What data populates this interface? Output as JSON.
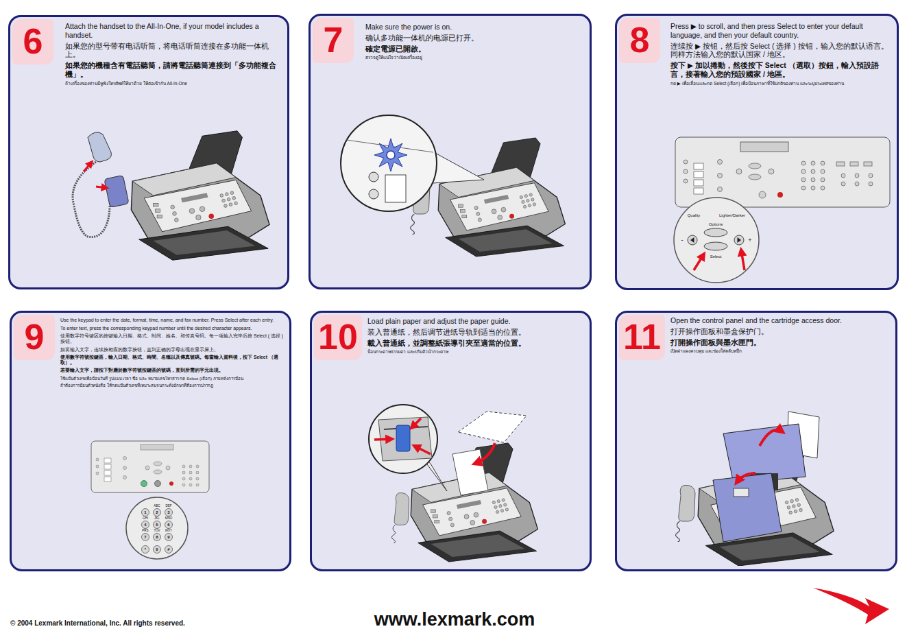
{
  "diagram": {
    "nodes": [
      {
        "text": [
          "Attach the handset to the All-In-One, if your model includes a handset.",
          "如果您的型号带有电话听筒，将电话听筒连接在多功能一体机上。",
          "如果您的機種含有電話聽筒，請將電話聽筒連接到「多功能複合機」。",
          "ถ้าเครื่องของท่านมีหูฟังโทรศัพท์ให้มาด้วย ให้ต่อเข้ากับ All-In-One"
        ]
      },
      {
        "text": [
          "6"
        ],
        "in": 0
      },
      {
        "text": [
          "Make sure the power is on.",
          "确认多功能一体机的电源已打开。",
          "確定電源已開啟。",
          "ตรวจดูให้แน่ใจว่าเปิดเครื่องอยู่"
        ]
      },
      {
        "text": [
          "7"
        ],
        "in": 2
      },
      {
        "text": [
          "Press ▶ to scroll, and then press Select to enter your default language, and then your default country.",
          "连续按 ▶ 按钮，然后按 Select ( 选择 ) 按钮，输入您的默认语言。同样方法输入您的默认国家 / 地区。",
          "按下 ▶ 加以捲動，然後按下 Select （選取）按鈕，輸入預設語言，接著輸入您的預設國家 / 地區。",
          "กด ▶ เพื่อเลื่อน และกด Select (เลือก) เพื่อป้อนภาษาที่ใช้ปกติของท่าน และระบุประเทศของท่าน"
        ]
      },
      {
        "text": [
          "8"
        ],
        "in": 4
      },
      {
        "text": [
          "Use the keypad to enter the date, format, time, name, and fax number. Press Select after each entry.",
          "To enter text, press the corresponding keypad number until the desired character appears.",
          "使用数字符号键区的按键输入日期、格式、时间、姓名、和传真号码。每一项输入完毕后按 Select ( 选择 ) 按钮。",
          "如要输入文字，连续按相应的数字按钮，直到正确的字母出现在显示屏上。",
          "使用數字符號按鍵區，輸入日期、格式、時間、名稱以及傳真號碼。每當輸入資料後，按下 Select （選取）。",
          "若要輸入文字，請按下對應於數字符號按鍵區的號碼，直到所需的字元出現。",
          "ใช้แป้นตัวเลขเพื่อป้อนวันที่ รูปแบบ เวลา ชื่อ และ หมายเลขโทรสาร กด Select (เลือก) ภายหลังการป้อน",
          "ถ้าต้องการป้อนตัวหนังสือ ให้กดแป้นตัวเลขที่เหมาะสมจนกระทั่งอักษรที่ต้องการปรากฏ"
        ]
      },
      {
        "text": [
          "9"
        ],
        "in": 6
      },
      {
        "text": [
          "Load plain paper and adjust the paper guide.",
          "装入普通纸，然后调节进纸导轨到适当的位置。",
          "載入普通紙，並調整紙張導引夾至適當的位置。",
          "ป้อนกระดาษธรรมดา และปรับตัวนำกระดาษ"
        ]
      },
      {
        "text": [
          "10"
        ],
        "in": 8
      },
      {
        "text": [
          "Open the control panel and the cartridge access door.",
          "打开操作面板和墨盒保护门。",
          "打開操作面板與墨水匣門。",
          "เปิดฝาแผงควบคุม และช่องใส่ตลับหมึก"
        ]
      },
      {
        "text": [
          "11"
        ],
        "in": 10
      }
    ],
    "edges": [],
    "labels": [
      "© 2004 Lexmark International, Inc. All rights reserved.",
      "www.lexmark.com",
      "Quality",
      "Lighter/Darker",
      "Options",
      "-",
      "+",
      "Select",
      "ABC",
      "DEF",
      "1",
      "2",
      "3",
      "GHI",
      "JKL",
      "MNO",
      "4",
      "5",
      "6",
      "PRS",
      "TUV",
      "WXY",
      "7",
      "8",
      "9",
      "*",
      "0",
      "#"
    ]
  }
}
